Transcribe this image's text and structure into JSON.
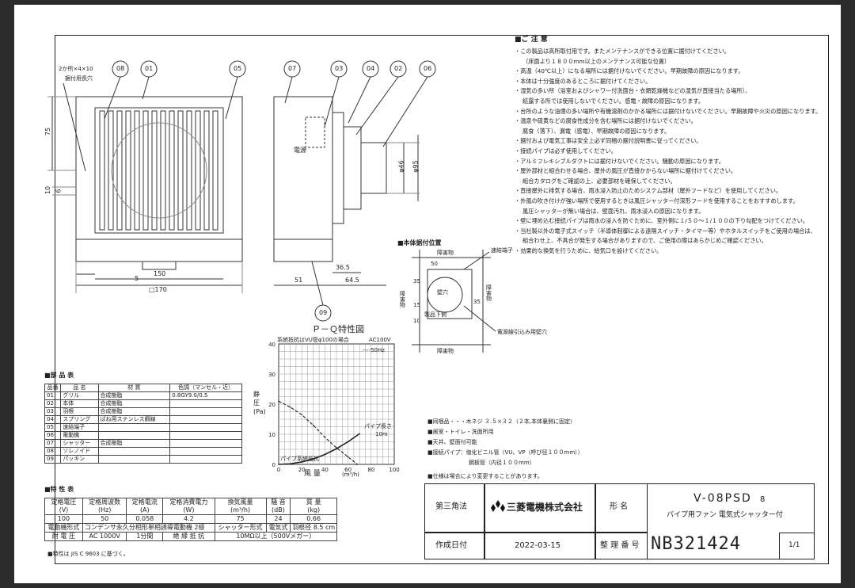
{
  "caution": {
    "title": "■ご 注 意",
    "items": [
      "・この製品は高所取付用です。またメンテナンスができる位置に据付けてください。",
      "（床面より１８００mm以上のメンテナンス可能な位置）",
      "・高温（40℃以上）になる場所には据付けないでください。早期故障の原因になります。",
      "・本体は十分強度のあるところに据付けてください。",
      "・湿気の多い所（浴室およびシャワー付洗面台・衣類乾燥機などの湿気が直接当たる場所）、",
      "結露する所では使用しないでください。感電・故障の原因になります。",
      "・台所のような油煙の多い場所や有機溶剤のかかる場所には据付けないでください。早期故障や火災の原因になります。",
      "・温泉や硫黄などの腐食性成分を含む場所には据付けないでください。",
      "腐食（落下）、漏電（感電）、早期故障の原因になります。",
      "・据付および電気工事は安全上必ず同梱の据付説明書に従ってください。",
      "・接続パイプは必ず使用してください。",
      "・アルミフレキシブルダクトには据付けないでください。騒動の原因になります。",
      "・屋外部材と組合わせる場合、屋外の風圧が直接かからない場所に据付けてください。",
      "組合カタログをご確認の上、必要部材を確保してください。",
      "・直接屋外に排気する場合、雨水浸入防止のためシステム部材（屋外フードなど）を使用してください。",
      "・外風の吹き付けが強い場所で使用するときは風圧シャッター付深形フードを使用することをおすすめします。",
      "風圧シャッターが無い場合は、壁面汚れ、雨水浸入の原因になります。",
      "・壁に埋め込む接続パイプは雨水の浸入を防ぐために、室外側に１/５０～１/１００の下り勾配をつけてください。",
      "・当社製以外の電子式スイッチ（半導体制御による遠隔スイッチ・タイマー等）やホタルスイッチをご使用の場合は、",
      "組合わせ上、不具合が発生する場合がありますので、ご使用の際はあらかじめご確認ください。",
      "・効果的な換気を行うために、給気口を設けてください。"
    ]
  },
  "front_view": {
    "balloons": [
      "08",
      "01",
      "05"
    ],
    "hole_note": [
      "2か所×4×10",
      "据付用長穴"
    ],
    "dims": {
      "h75": "75",
      "h10": "10",
      "h6": "6",
      "w5": "5",
      "w150": "150",
      "w170": "□170"
    }
  },
  "side_view": {
    "balloons": [
      "07",
      "03",
      "04",
      "02",
      "06",
      "09"
    ],
    "label_power": "電源",
    "dims": {
      "d46": "φ46",
      "d95": "φ95",
      "d36": "36.5",
      "d51": "51",
      "d64": "64.5"
    }
  },
  "install_pos": {
    "title": "■本体据付位置",
    "obstacle": "障害物",
    "terminal": "速結端子",
    "wall_hole": "壁穴",
    "bottom": "製品下側",
    "cable_hole": "電源線引込み用壁穴",
    "dims": [
      "50",
      "35",
      "35",
      "15",
      "10"
    ]
  },
  "pq_chart": {
    "title": "Ｐ－Ｑ特性図",
    "condition": "系統抵抗はVU管φ100の場合",
    "voltage": "AC100V",
    "legend": "----50Hz",
    "ylabel": "静 圧 (Pa)",
    "xlabel": "風 量",
    "xunit": "(m³/h)",
    "pipe_label": [
      "パイプ長さ",
      "10m"
    ],
    "resist_label": "パイプ系統抵抗"
  },
  "chart_data": {
    "type": "line",
    "title": "Ｐ－Ｑ特性図",
    "xlabel": "風 量 (m³/h)",
    "ylabel": "静 圧 (Pa)",
    "xlim": [
      0,
      100
    ],
    "ylim": [
      0,
      40
    ],
    "xticks": [
      "0",
      "20",
      "40",
      "60",
      "80",
      "100"
    ],
    "yticks": [
      "0",
      "10",
      "20",
      "30",
      "40"
    ],
    "grid": true,
    "series": [
      {
        "name": "50Hz",
        "x": [
          0,
          10,
          20,
          30,
          40,
          50,
          60,
          68
        ],
        "y": [
          21,
          19,
          16.5,
          13,
          9,
          5.5,
          2.5,
          0
        ]
      },
      {
        "name": "パイプ長さ 10m",
        "x": [
          0,
          10,
          20,
          30,
          40,
          50,
          60,
          70
        ],
        "y": [
          0,
          0.2,
          0.8,
          1.8,
          3.3,
          5.2,
          7.5,
          10.2
        ]
      }
    ]
  },
  "parts": {
    "title": "■部 品 表",
    "headers": [
      "品番",
      "品 名",
      "材 質",
      "色調（マンセル・近）"
    ],
    "rows": [
      [
        "01",
        "グリル",
        "合成樹脂",
        "0.8GY9.0/0.5"
      ],
      [
        "02",
        "本体",
        "合成樹脂",
        ""
      ],
      [
        "03",
        "羽根",
        "合成樹脂",
        ""
      ],
      [
        "04",
        "スプリング",
        "ばね用ステンレス鋼線",
        ""
      ],
      [
        "05",
        "速結端子",
        "",
        ""
      ],
      [
        "06",
        "電動機",
        "",
        ""
      ],
      [
        "07",
        "シャッター",
        "合成樹脂",
        ""
      ],
      [
        "08",
        "ソレノイド",
        "",
        ""
      ],
      [
        "09",
        "パッキン",
        "",
        ""
      ]
    ]
  },
  "specs": {
    "title": "■特 性 表",
    "headers": [
      [
        "定格電圧",
        "(V)"
      ],
      [
        "定格周波数",
        "(Hz)"
      ],
      [
        "定格電流",
        "(A)"
      ],
      [
        "定格消費電力",
        "(W)"
      ],
      [
        "換気風量",
        "(m³/h)"
      ],
      [
        "騒 音",
        "(dB)"
      ],
      [
        "質 量",
        "(kg)"
      ]
    ],
    "values": [
      "100",
      "50",
      "0.058",
      "4.2",
      "75",
      "24",
      "0.66"
    ],
    "motor_label": "電動機形式",
    "motor_value": "コンデンサ永久分相形単相誘導電動機 2極",
    "shutter_label": "シャッター形式",
    "shutter_value": "電気式",
    "blade_label": "羽根径",
    "blade_value": "8.5 cm",
    "voltage_label": "耐 電 圧",
    "voltage_value": "AC 1000V",
    "minute": "1分間",
    "insul_label": "絶 縁 抵 抗",
    "insul_value": "10MΩ以上（500Vメガー）",
    "footnote": "■特性は JIS C 9603 に基づく。"
  },
  "accessories": [
    "■同梱品・・・木ネジ ３.５×３２（２本,本体裏側に固定）",
    "■居室・トイレ・洗面所用",
    "■天井、壁面付可能",
    "■接続パイプ：塩化ビニル管（VU、VP（呼び径１００mm））",
    "鋼板管（内径１００mm）",
    "■仕様は場合により変更することがあります。"
  ],
  "title_block": {
    "projection": "第三角法",
    "company": "三菱電機株式会社",
    "name_label": "形 名",
    "model": "V-08PSD",
    "model_suffix": "8",
    "desc": "パイプ用ファン 電気式シャッター付",
    "date_label": "作成日付",
    "date": "2022-03-15",
    "ref_label": "整 理 番 号",
    "ref": "NB321424",
    "page": "1/1"
  }
}
